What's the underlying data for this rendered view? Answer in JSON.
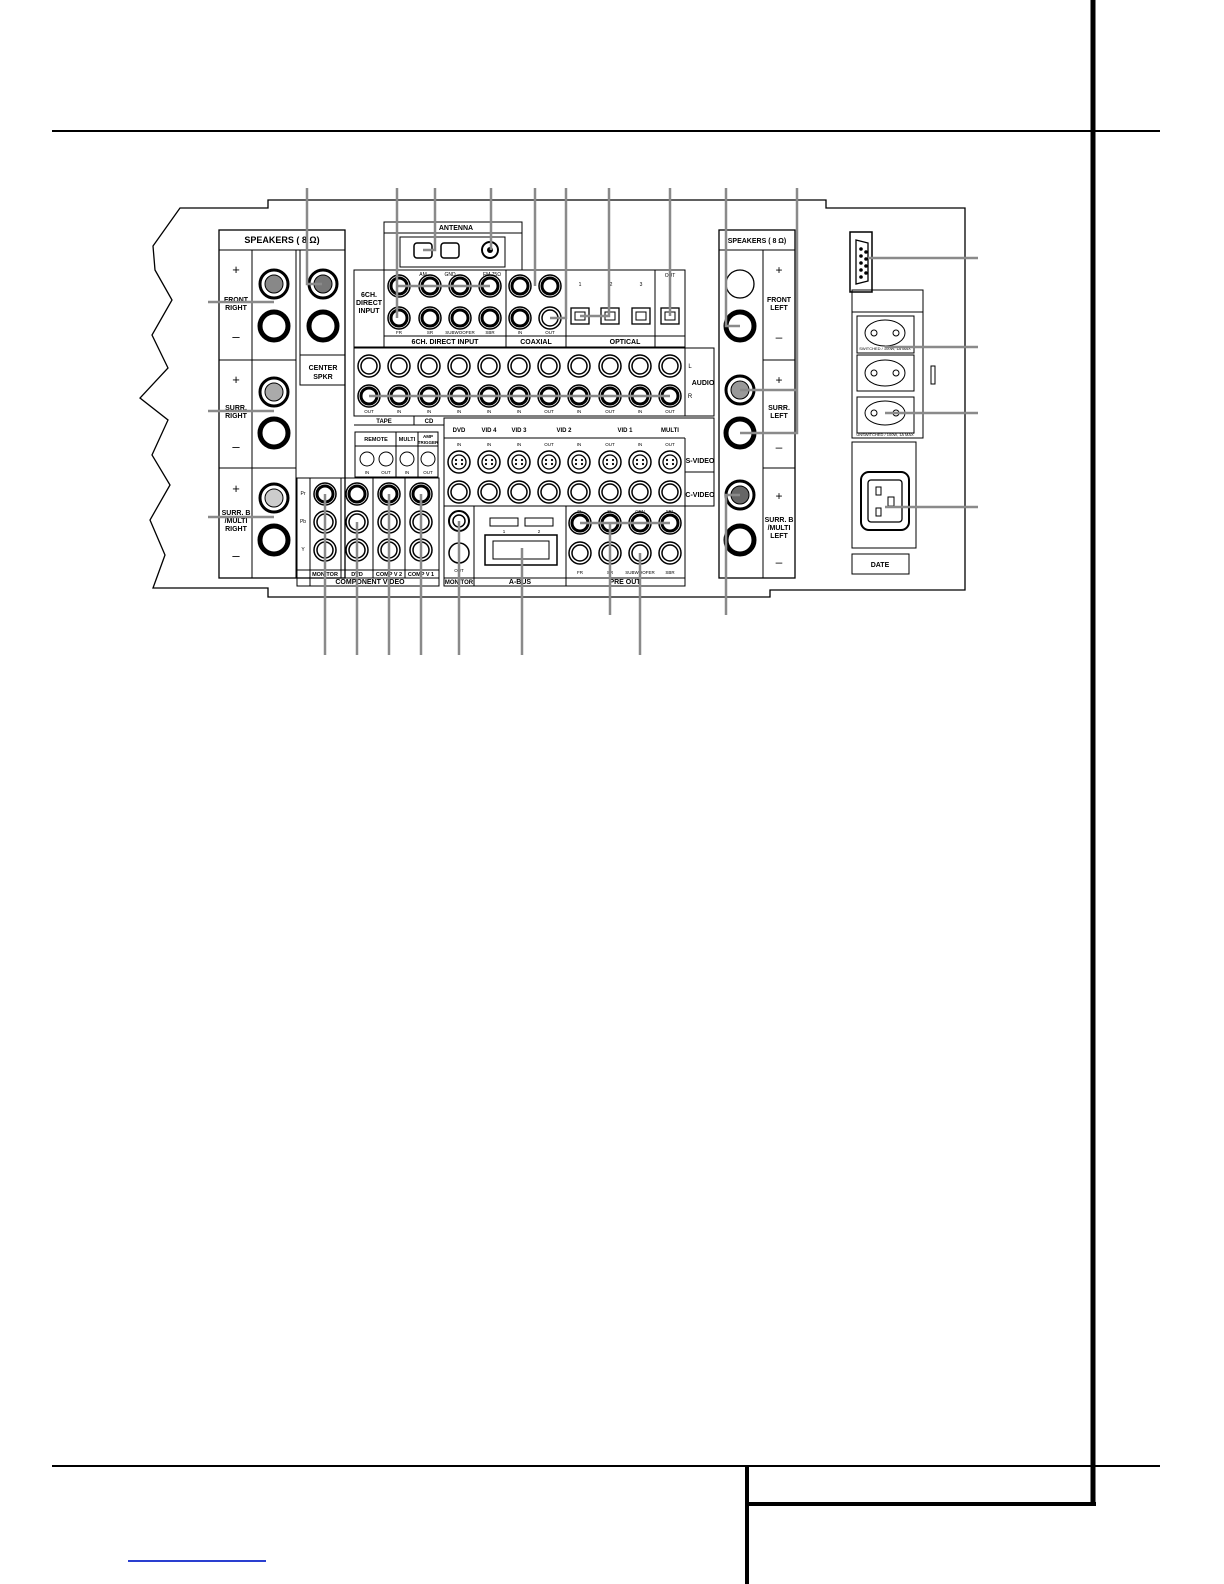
{
  "diagram": {
    "speakers_left_title": "SPEAKERS ( 8 Ω)",
    "speakers_right_title": "SPEAKERS ( 8 Ω)",
    "front_right": [
      "FRONT",
      "RIGHT"
    ],
    "surr_right": [
      "SURR.",
      "RIGHT"
    ],
    "surrb_right": [
      "SURR. B",
      "/MULTI",
      "RIGHT"
    ],
    "center": [
      "CENTER",
      "SPKR"
    ],
    "front_left": [
      "FRONT",
      "LEFT"
    ],
    "surr_left": [
      "SURR.",
      "LEFT"
    ],
    "surrb_left": [
      "SURR. B",
      "/MULTI",
      "LEFT"
    ],
    "plus": "+",
    "minus": "–",
    "antenna": "ANTENNA",
    "antenna_subs": [
      "AM",
      "GND",
      "FM 75Ω"
    ],
    "sixch_side": [
      "6CH.",
      "DIRECT",
      "INPUT"
    ],
    "sixch_bottom": "6CH. DIRECT INPUT",
    "sixch_subs": [
      "FR",
      "SR",
      "SUBWOOFER",
      "SBR"
    ],
    "coaxial": "COAXIAL",
    "coax_subs": [
      "IN",
      "OUT"
    ],
    "optical": "OPTICAL",
    "optical_nums": [
      "1",
      "2",
      "3"
    ],
    "optical_out": "OUT",
    "audio": "AUDIO",
    "audio_lr": [
      "L",
      "R"
    ],
    "tape": "TAPE",
    "cd": "CD",
    "io_labels": [
      "OUT",
      "IN",
      "IN",
      "IN",
      "IN",
      "IN",
      "OUT",
      "IN",
      "OUT",
      "IN",
      "OUT"
    ],
    "sources": [
      "DVD",
      "VID 4",
      "VID 3",
      "VID 2",
      "VID 1",
      "MULTI"
    ],
    "src_io": [
      "IN",
      "IN",
      "IN",
      "OUT",
      "IN",
      "OUT",
      "IN",
      "OUT"
    ],
    "svideo": "S-VIDEO",
    "cvideo": "C-VIDEO",
    "remote": "REMOTE",
    "multi": "MULTI",
    "amp_trigger": [
      "AMP",
      "TRIGGER"
    ],
    "rem_io": [
      "IN",
      "OUT",
      "IN",
      "OUT"
    ],
    "comp_rows": [
      "Pr",
      "Pb",
      "Y"
    ],
    "comp_cols": [
      "MONITOR",
      "DVD",
      "COMP V 2",
      "COMP V 1"
    ],
    "component_video": "COMPONENT    VIDEO",
    "monitor": "MONITOR",
    "monitor_sub": "OUT",
    "abus": "A-BUS",
    "abus_nums": [
      "1",
      "2"
    ],
    "preout": "PRE OUT",
    "preout_subs": [
      "FR",
      "SR",
      "SUBWOOFER",
      "SBR"
    ],
    "preout_top": [
      "FL",
      "SL",
      "CEN",
      "SBL"
    ],
    "switched": "SWITCHED / 100W, 1A MAX",
    "unswitched": "UNSWITCHED / 100W, 1A MAX",
    "date": "DATE"
  }
}
